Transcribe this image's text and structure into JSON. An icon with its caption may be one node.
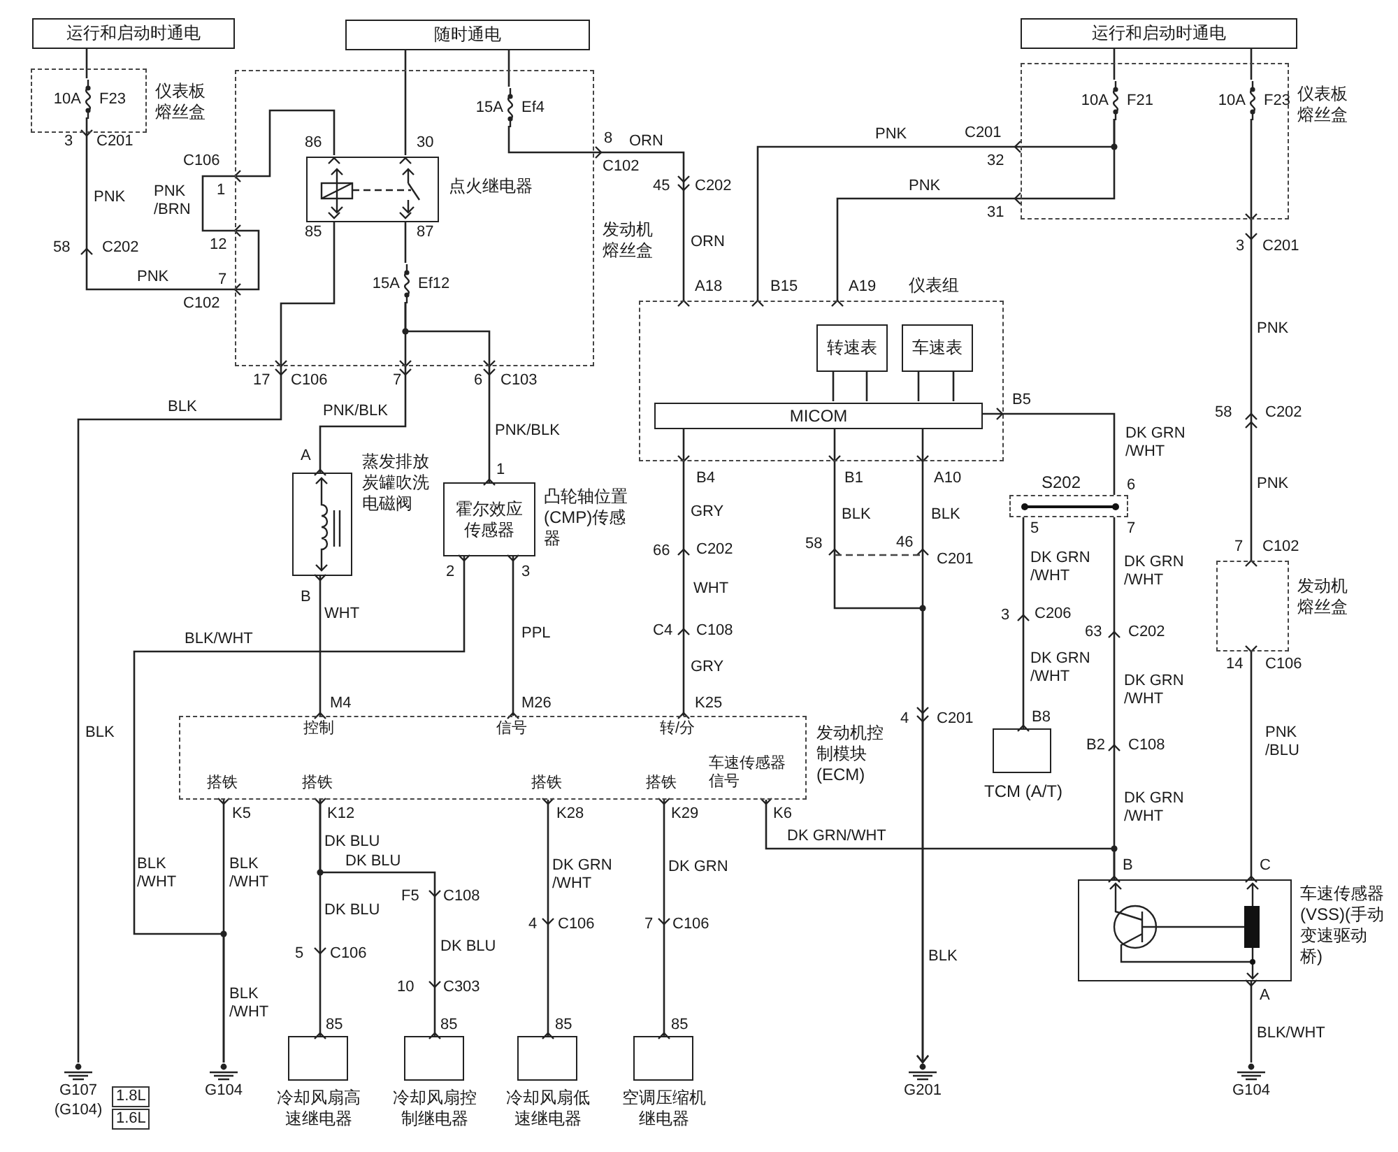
{
  "diagram": {
    "nodes": [
      {
        "text": [
          "运行和启动时通电"
        ]
      },
      {
        "text": [
          "随时通电"
        ]
      },
      {
        "text": [
          "运行和启动时通电"
        ]
      },
      {
        "text": [
          "仪表板熔丝盒"
        ]
      },
      {
        "text": [
          "10A",
          "F23"
        ],
        "in": 3
      },
      {
        "text": [
          "发动机熔丝盒"
        ]
      },
      {
        "text": [
          "点火继电器"
        ],
        "in": 5
      },
      {
        "text": [
          "15A",
          "Ef4"
        ],
        "in": 5
      },
      {
        "text": [
          "15A",
          "Ef12"
        ],
        "in": 5
      },
      {
        "text": [
          "仪表板熔丝盒"
        ]
      },
      {
        "text": [
          "10A",
          "F21"
        ],
        "in": 9
      },
      {
        "text": [
          "10A",
          "F23"
        ],
        "in": 9
      },
      {
        "text": [
          "仪表组"
        ]
      },
      {
        "text": [
          "转速表"
        ],
        "in": 12
      },
      {
        "text": [
          "车速表"
        ],
        "in": 12
      },
      {
        "text": [
          "MICOM"
        ],
        "in": 12
      },
      {
        "text": [
          "蒸发排放炭罐吹洗电磁阀"
        ]
      },
      {
        "text": [
          "霍尔效应传感器"
        ],
        "beside": [
          "凸轮轴位置(CMP)传感器"
        ]
      },
      {
        "text": [
          "S202"
        ]
      },
      {
        "text": [
          "发动机控制模块(ECM)"
        ]
      },
      {
        "text": [
          "TCM (A/T)"
        ]
      },
      {
        "text": [
          "发动机熔丝盒"
        ]
      },
      {
        "text": [
          "车速传感器(VSS)(手动变速驱动桥)"
        ]
      },
      {
        "text": [
          "冷却风扇高速继电器"
        ]
      },
      {
        "text": [
          "冷却风扇控制继电器"
        ]
      },
      {
        "text": [
          "冷却风扇低速继电器"
        ]
      },
      {
        "text": [
          "空调压缩机继电器"
        ]
      },
      {
        "text": [
          "G107",
          "(G104)"
        ]
      },
      {
        "text": [
          "G104"
        ]
      },
      {
        "text": [
          "G201"
        ]
      },
      {
        "text": [
          "G104"
        ]
      }
    ],
    "edges": [
      {
        "from": 0,
        "to": 4,
        "arrow": "none"
      },
      {
        "from": 4,
        "to": 6,
        "arrow": "other"
      },
      {
        "from": 1,
        "to": 6,
        "arrow": "other"
      },
      {
        "from": 1,
        "to": 7,
        "arrow": "none"
      },
      {
        "from": 7,
        "to": 12,
        "arrow": "other"
      },
      {
        "from": 6,
        "to": 8,
        "arrow": "other"
      },
      {
        "from": 6,
        "to": 27,
        "arrow": "other"
      },
      {
        "from": 8,
        "to": 16,
        "arrow": "other"
      },
      {
        "from": 8,
        "to": 17,
        "arrow": "other"
      },
      {
        "from": 16,
        "to": 19,
        "arrow": "other"
      },
      {
        "from": 17,
        "to": 19,
        "arrow": "other"
      },
      {
        "from": 17,
        "to": 28,
        "arrow": "other"
      },
      {
        "from": 19,
        "to": 28,
        "arrow": "other"
      },
      {
        "from": 2,
        "to": 10,
        "arrow": "none"
      },
      {
        "from": 2,
        "to": 11,
        "arrow": "none"
      },
      {
        "from": 10,
        "to": 12,
        "arrow": "other"
      },
      {
        "from": 10,
        "to": 12,
        "arrow": "other"
      },
      {
        "from": 15,
        "to": 19,
        "arrow": "other"
      },
      {
        "from": 15,
        "to": 29,
        "arrow": "to"
      },
      {
        "from": 15,
        "to": 29,
        "arrow": "to"
      },
      {
        "from": 15,
        "to": 18,
        "arrow": "none"
      },
      {
        "from": 18,
        "to": 20,
        "arrow": "other"
      },
      {
        "from": 18,
        "to": 22,
        "arrow": "other"
      },
      {
        "from": 19,
        "to": 22,
        "arrow": "other"
      },
      {
        "from": 11,
        "to": 21,
        "arrow": "other"
      },
      {
        "from": 21,
        "to": 22,
        "arrow": "other"
      },
      {
        "from": 22,
        "to": 30,
        "arrow": "other"
      },
      {
        "from": 19,
        "to": 23,
        "arrow": "other"
      },
      {
        "from": 19,
        "to": 24,
        "arrow": "other"
      },
      {
        "from": 19,
        "to": 25,
        "arrow": "other"
      },
      {
        "from": 19,
        "to": 26,
        "arrow": "other"
      },
      {
        "from": 13,
        "to": 15,
        "arrow": "none"
      },
      {
        "from": 13,
        "to": 15,
        "arrow": "none"
      },
      {
        "from": 14,
        "to": 15,
        "arrow": "none"
      },
      {
        "from": 14,
        "to": 15,
        "arrow": "none"
      }
    ],
    "labels": [
      "3",
      "C201",
      "PNK",
      "58",
      "C202",
      "PNK",
      "7",
      "C102",
      "C106",
      "1",
      "PNK /BRN",
      "12",
      "86",
      "30",
      "85",
      "87",
      "8",
      "ORN",
      "C102",
      "17",
      "C106",
      "7",
      "6",
      "C103",
      "BLK",
      "PNK/BLK",
      "PNK/BLK",
      "45",
      "C202",
      "ORN",
      "A18",
      "B15",
      "A19",
      "PNK",
      "C201",
      "32",
      "PNK",
      "31",
      "3",
      "C201",
      "PNK",
      "58",
      "C202",
      "PNK",
      "B5",
      "DK GRN /WHT",
      "A",
      "B",
      "WHT",
      "1",
      "2",
      "3",
      "BLK/WHT",
      "PPL",
      "BLK",
      "B4",
      "B1",
      "A10",
      "GRY",
      "BLK",
      "BLK",
      "66",
      "C202",
      "58",
      "46",
      "C201",
      "WHT",
      "C4",
      "C108",
      "GRY",
      "K25",
      "4",
      "C201",
      "BLK",
      "6",
      "5",
      "7",
      "DK GRN /WHT",
      "DK GRN /WHT",
      "3",
      "C206",
      "DK GRN /WHT",
      "63",
      "C202",
      "DK GRN /WHT",
      "B8",
      "B2",
      "C108",
      "DK GRN /WHT",
      "7",
      "C102",
      "14",
      "C106",
      "PNK /BLU",
      "B",
      "C",
      "A",
      "BLK/WHT",
      "DK GRN/WHT",
      "M4",
      "控制",
      "M26",
      "信号",
      "转/分",
      "搭铁",
      "搭铁",
      "搭铁",
      "搭铁",
      "车速传感器信号",
      "K5",
      "K12",
      "K28",
      "K29",
      "K6",
      "DK BLU",
      "DK BLU",
      "DK BLU",
      "F5",
      "C108",
      "DK BLU",
      "5",
      "C106",
      "10",
      "C303",
      "BLK /WHT",
      "BLK /WHT",
      "BLK /WHT",
      "DK GRN /WHT",
      "4",
      "C106",
      "DK GRN",
      "7",
      "C106",
      "85",
      "85",
      "85",
      "85",
      "1.8L",
      "1.6L"
    ]
  }
}
